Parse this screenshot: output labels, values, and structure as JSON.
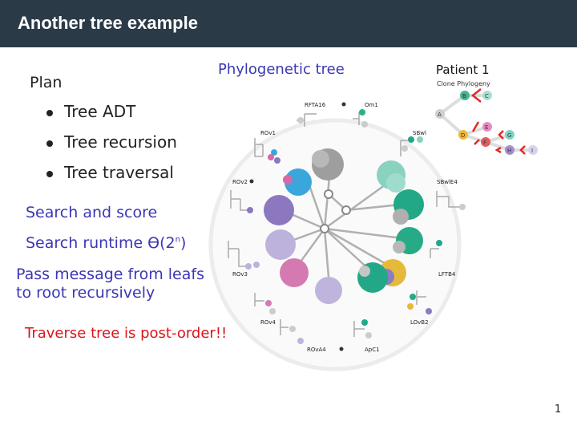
{
  "header": {
    "title": "Another tree example"
  },
  "plan": {
    "heading": "Plan",
    "items": [
      "Tree ADT",
      "Tree recursion",
      "Tree traversal"
    ]
  },
  "notes": {
    "search_score": "Search and score",
    "runtime_prefix": "Search runtime ϴ(2",
    "runtime_exp": "n",
    "runtime_suffix": ")",
    "message_line1": "Pass message from leafs",
    "message_line2": "to root recursively",
    "traverse": "Traverse tree is post-order!!"
  },
  "figure": {
    "title": "Phylogenetic tree",
    "patient": "Patient 1",
    "clone_phylogeny": "Clone Phylogeny",
    "sample_labels": [
      "RFTA16",
      "Om1",
      "SBwl",
      "SBwlE4",
      "LFTB4",
      "LOvB2",
      "ApC1",
      "ROvA4",
      "ROv4",
      "ROv3",
      "ROv2",
      "ROv1"
    ],
    "clone_nodes": [
      "A",
      "B",
      "C",
      "D",
      "E",
      "F",
      "G",
      "H",
      "I"
    ]
  },
  "colors": {
    "title_bar": "#2b3a47",
    "accent_blue": "#3b37b5",
    "alert_red": "#d9141a"
  },
  "footer": {
    "page": "1"
  }
}
